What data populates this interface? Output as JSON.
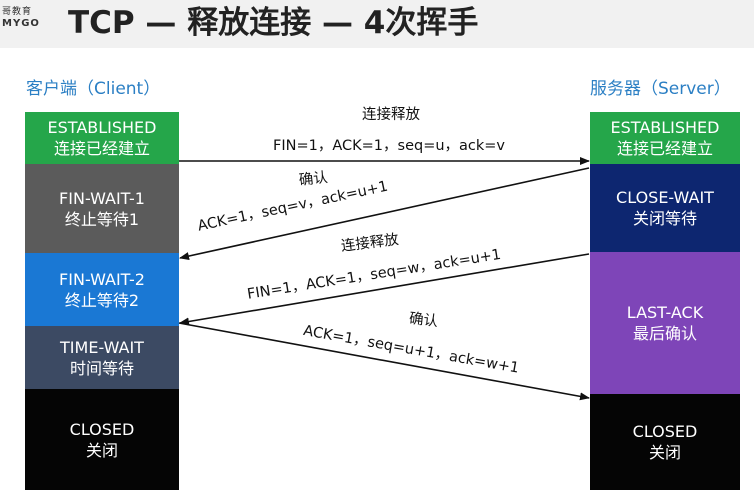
{
  "logo": {
    "cn": "哥教育",
    "en": "MYGO"
  },
  "title": "TCP  —  释放连接  —  4次挥手",
  "client": {
    "label": "客户端（Client）",
    "states": [
      {
        "name": "ESTABLISHED",
        "desc": "连接已经建立",
        "color": "#25a64a"
      },
      {
        "name": "FIN-WAIT-1",
        "desc": "终止等待1",
        "color": "#5b5b5b"
      },
      {
        "name": "FIN-WAIT-2",
        "desc": "终止等待2",
        "color": "#1a78d4"
      },
      {
        "name": "TIME-WAIT",
        "desc": "时间等待",
        "color": "#3c4a63"
      },
      {
        "name": "CLOSED",
        "desc": "关闭",
        "color": "#050505"
      }
    ]
  },
  "server": {
    "label": "服务器（Server）",
    "states": [
      {
        "name": "ESTABLISHED",
        "desc": "连接已经建立",
        "color": "#25a64a"
      },
      {
        "name": "CLOSE-WAIT",
        "desc": "关闭等待",
        "color": "#0d2670"
      },
      {
        "name": "LAST-ACK",
        "desc": "最后确认",
        "color": "#7e45b8"
      },
      {
        "name": "CLOSED",
        "desc": "关闭",
        "color": "#050505"
      }
    ]
  },
  "messages": [
    {
      "title": "连接释放",
      "content": "FIN=1，ACK=1，seq=u，ack=v"
    },
    {
      "title": "确认",
      "content": "ACK=1，seq=v，ack=u+1"
    },
    {
      "title": "连接释放",
      "content": "FIN=1，ACK=1，seq=w，ack=u+1"
    },
    {
      "title": "确认",
      "content": "ACK=1，seq=u+1，ack=w+1"
    }
  ]
}
